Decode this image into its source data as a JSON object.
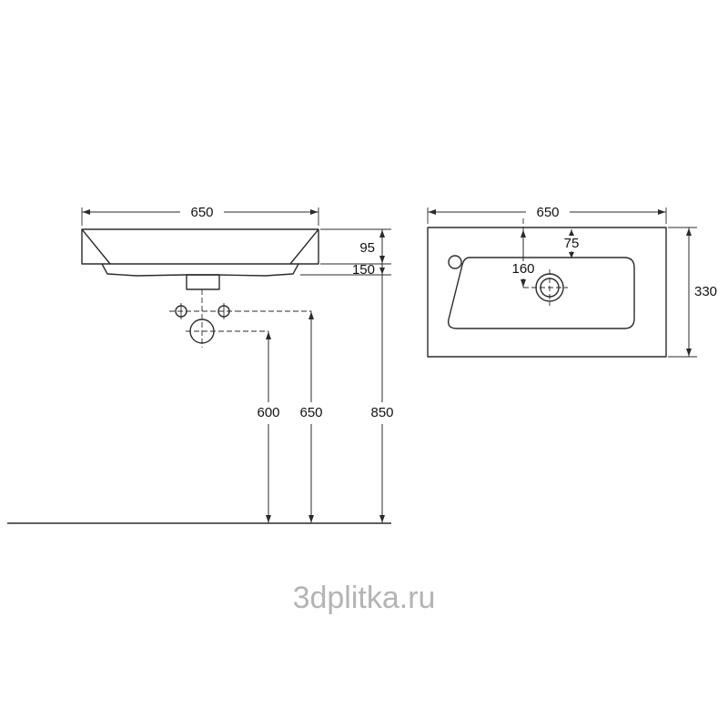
{
  "watermark": "3dplitka.ru",
  "front_view": {
    "width": "650",
    "basin_height": "95",
    "total_height": "150",
    "siphon_height": "600",
    "holes_height": "650",
    "rim_height": "850"
  },
  "top_view": {
    "width": "650",
    "depth": "330",
    "drain_offset": "160",
    "tap_offset": "75"
  },
  "colors": {
    "line": "#2b2b2b",
    "watermark": "#b4b4b4",
    "background": "#ffffff"
  }
}
